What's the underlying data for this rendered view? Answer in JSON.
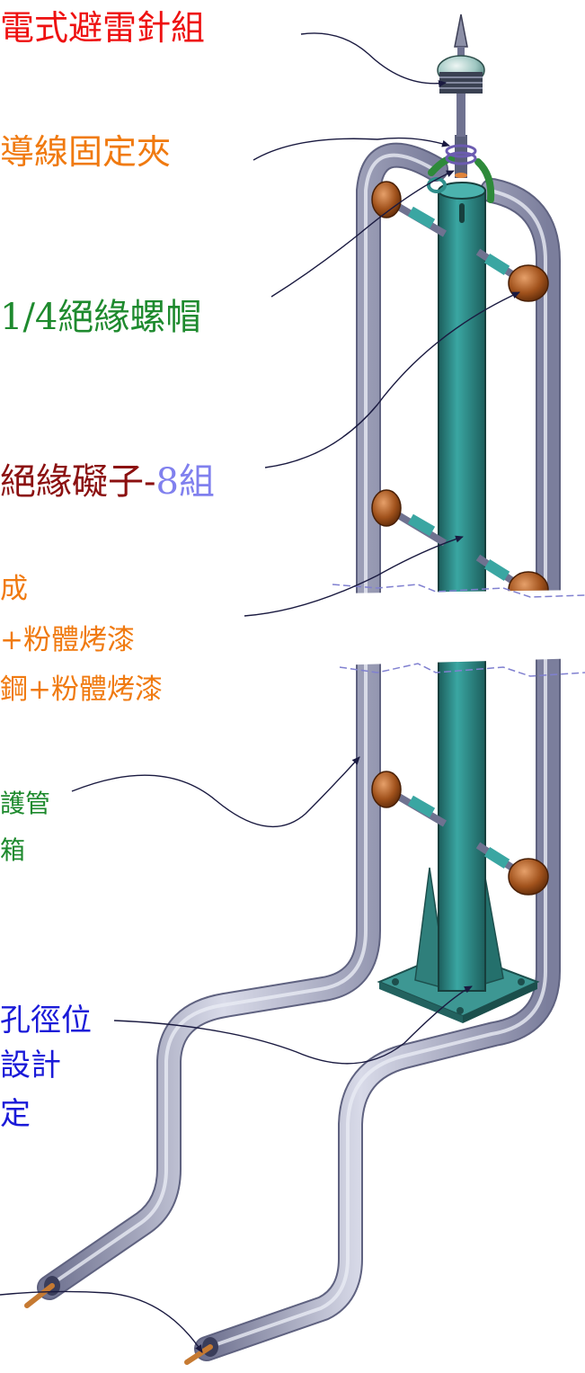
{
  "colors": {
    "red": "#ee1111",
    "orange": "#f07a10",
    "green": "#1e8a2e",
    "maroon": "#8b1010",
    "lavender": "#8080ee",
    "blue": "#1a1ad8",
    "pipe": "#a9acc8",
    "mast": "#2f8f8c",
    "insulator": "#9a4a16"
  },
  "labels": {
    "air_terminal": "電式避雷針組",
    "conductor_clamp": "導線固定夾",
    "insulating_nut": "1/4絕緣螺帽",
    "insulator_prefix": "絕緣礙子-",
    "insulator_count": "8組",
    "composition_line1": "成",
    "composition_line2": "+粉體烤漆",
    "composition_line3": "鋼+粉體烤漆",
    "protective_tube_line1": "護管",
    "protective_tube_line2": "箱",
    "base_line1": "孔徑位",
    "base_line2": "設計",
    "base_line3": "定"
  }
}
